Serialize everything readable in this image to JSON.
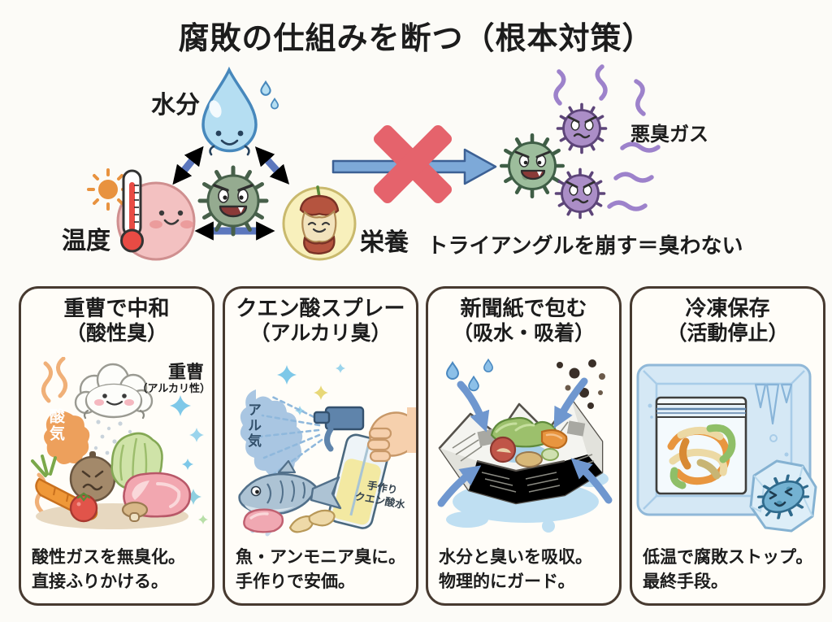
{
  "title": "腐敗の仕組みを断つ（根本対策）",
  "diagram": {
    "water_label": "水分",
    "temperature_label": "温度",
    "nutrition_label": "栄養",
    "gas_label": "悪臭ガス",
    "conclusion": "トライアングルを崩す＝臭わない"
  },
  "palette": {
    "arrow_blue": "#5c77bd",
    "big_arrow_blue": "#7da9d8",
    "cross_red": "#e5636c",
    "stink_purple": "#9d82cb",
    "bacteria_green": "#95ab90",
    "bacteria_purple": "#ab8ec7",
    "card_border": "#473a30"
  },
  "cards": [
    {
      "title": "重曹で中和",
      "subtitle": "（酸性臭）",
      "cloud_label": "重曹",
      "cloud_sublabel": "（アルカリ性）",
      "gas_bubble_label": "酸気",
      "caption_line1": "酸性ガスを無臭化。",
      "caption_line2": "直接ふりかける。"
    },
    {
      "title": "クエン酸スプレー",
      "subtitle": "（アルカリ臭）",
      "gas_bubble_label": "アル気",
      "bottle_label_line1": "手作り",
      "bottle_label_line2": "クエン酸水",
      "caption_line1": "魚・アンモニア臭に。",
      "caption_line2": "手作りで安価。"
    },
    {
      "title": "新聞紙で包む",
      "subtitle": "（吸水・吸着）",
      "caption_line1": "水分と臭いを吸収。",
      "caption_line2": "物理的にガード。"
    },
    {
      "title": "冷凍保存",
      "subtitle": "（活動停止）",
      "caption_line1": "低温で腐敗ストップ。",
      "caption_line2": "最終手段。"
    }
  ]
}
